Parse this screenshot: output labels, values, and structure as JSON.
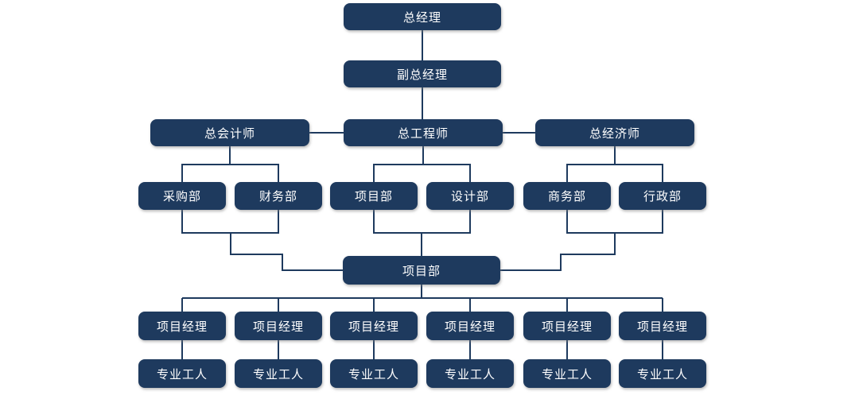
{
  "colors": {
    "node_fill": "#1e3a5e",
    "node_text": "#ffffff",
    "connector_color": "#1e3a5e",
    "page_bg": "#ffffff"
  },
  "org": {
    "type": "org-tree-diagram",
    "nodes": {
      "general_manager": "总经理",
      "deputy_general_manager": "副总经理",
      "chief_accountant": "总会计师",
      "chief_engineer": "总工程师",
      "chief_economist": "总经济师",
      "purchasing_dept": "采购部",
      "finance_dept": "财务部",
      "project_dept": "项目部",
      "design_dept": "设计部",
      "business_dept": "商务部",
      "admin_dept": "行政部",
      "project_dept_hub": "项目部",
      "project_manager": "项目经理",
      "professional_worker": "专业工人"
    },
    "levels": [
      [
        "总经理"
      ],
      [
        "副总经理"
      ],
      [
        "总会计师",
        "总工程师",
        "总经济师"
      ],
      [
        "采购部",
        "财务部",
        "项目部",
        "设计部",
        "商务部",
        "行政部"
      ],
      [
        "项目部"
      ],
      [
        "项目经理",
        "项目经理",
        "项目经理",
        "项目经理",
        "项目经理",
        "项目经理"
      ],
      [
        "专业工人",
        "专业工人",
        "专业工人",
        "专业工人",
        "专业工人",
        "专业工人"
      ]
    ],
    "edges": [
      {
        "from": "general_manager",
        "to": "deputy_general_manager"
      },
      {
        "from": "deputy_general_manager",
        "to": "chief_engineer"
      },
      {
        "from": "chief_engineer",
        "to": "chief_accountant",
        "style": "lateral"
      },
      {
        "from": "chief_engineer",
        "to": "chief_economist",
        "style": "lateral"
      },
      {
        "from": "chief_accountant",
        "to": "purchasing_dept"
      },
      {
        "from": "chief_accountant",
        "to": "finance_dept"
      },
      {
        "from": "chief_engineer",
        "to": "project_dept"
      },
      {
        "from": "chief_engineer",
        "to": "design_dept"
      },
      {
        "from": "chief_economist",
        "to": "business_dept"
      },
      {
        "from": "chief_economist",
        "to": "admin_dept"
      },
      {
        "from": "purchasing_dept",
        "to": "project_dept_hub"
      },
      {
        "from": "finance_dept",
        "to": "project_dept_hub"
      },
      {
        "from": "project_dept",
        "to": "project_dept_hub"
      },
      {
        "from": "design_dept",
        "to": "project_dept_hub"
      },
      {
        "from": "business_dept",
        "to": "project_dept_hub"
      },
      {
        "from": "admin_dept",
        "to": "project_dept_hub"
      },
      {
        "from": "project_dept_hub",
        "to": "project_manager",
        "count": 6
      },
      {
        "from": "project_manager",
        "to": "professional_worker",
        "count": 6
      }
    ]
  }
}
